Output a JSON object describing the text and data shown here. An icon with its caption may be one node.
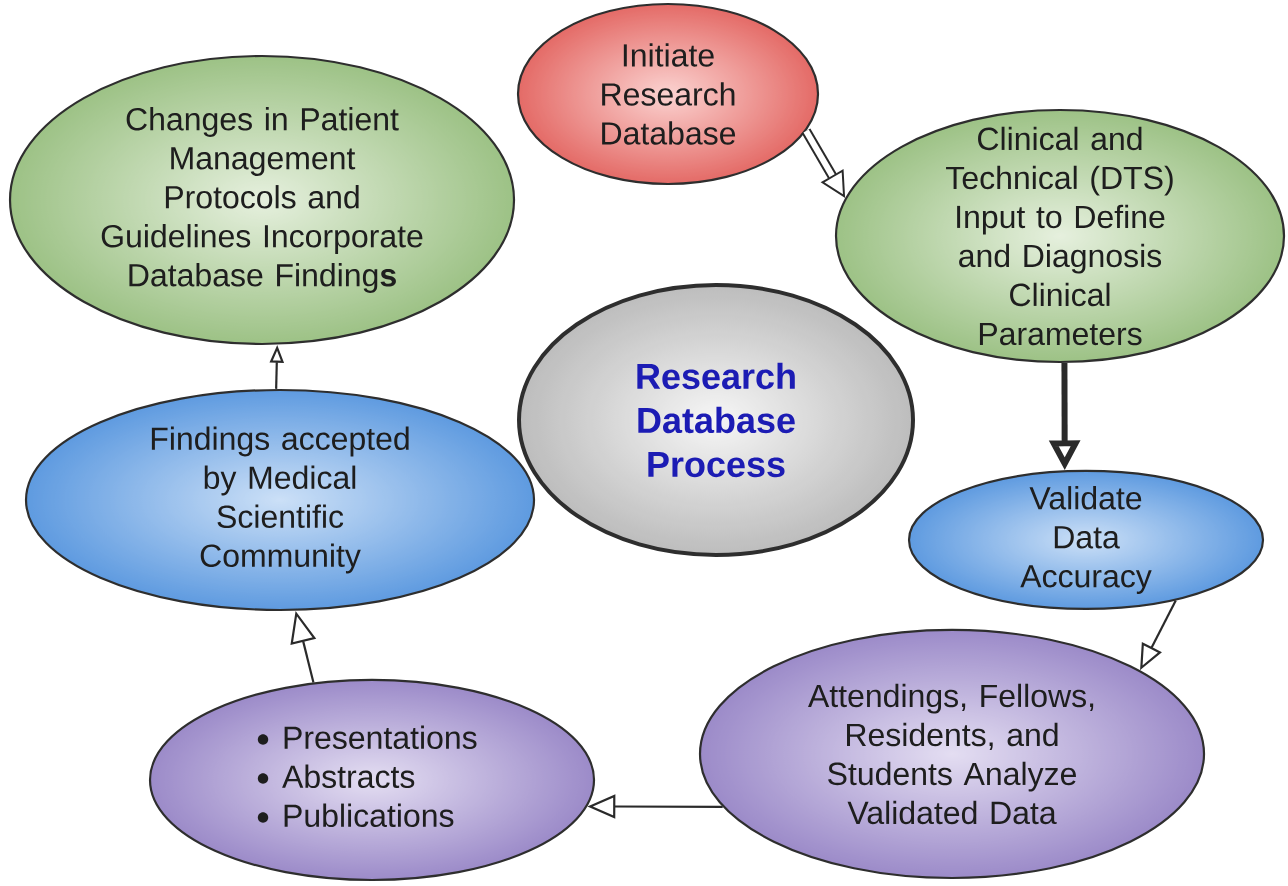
{
  "diagram": {
    "nodes": [
      {
        "text": [
          "Initiate Research Database"
        ]
      },
      {
        "text": [
          "Clinical and Technical (DTS) Input to Define and Diagnosis Clinical Parameters"
        ]
      },
      {
        "text": [
          "Validate Data Accuracy"
        ]
      },
      {
        "text": [
          "Attendings, Fellows, Residents, and Students Analyze Validated Data"
        ]
      },
      {
        "text": [
          "Presentations",
          "Abstracts",
          "Publications"
        ]
      },
      {
        "text": [
          "Findings accepted by Medical Scientific Community"
        ]
      },
      {
        "text": [
          "Changes in Patient Management Protocols and Guidelines Incorporate Database Finding**s**"
        ]
      },
      {
        "text": [
          "Research Database Process"
        ]
      }
    ],
    "edges": [
      {
        "from": 0,
        "to": 1,
        "arrow": "to",
        "style": "thick"
      },
      {
        "from": 1,
        "to": 2,
        "arrow": "to",
        "style": "thick"
      },
      {
        "from": 2,
        "to": 3,
        "arrow": "to"
      },
      {
        "from": 3,
        "to": 4,
        "arrow": "to"
      },
      {
        "from": 4,
        "to": 5,
        "arrow": "to"
      },
      {
        "from": 5,
        "to": 6,
        "arrow": "to"
      }
    ]
  }
}
